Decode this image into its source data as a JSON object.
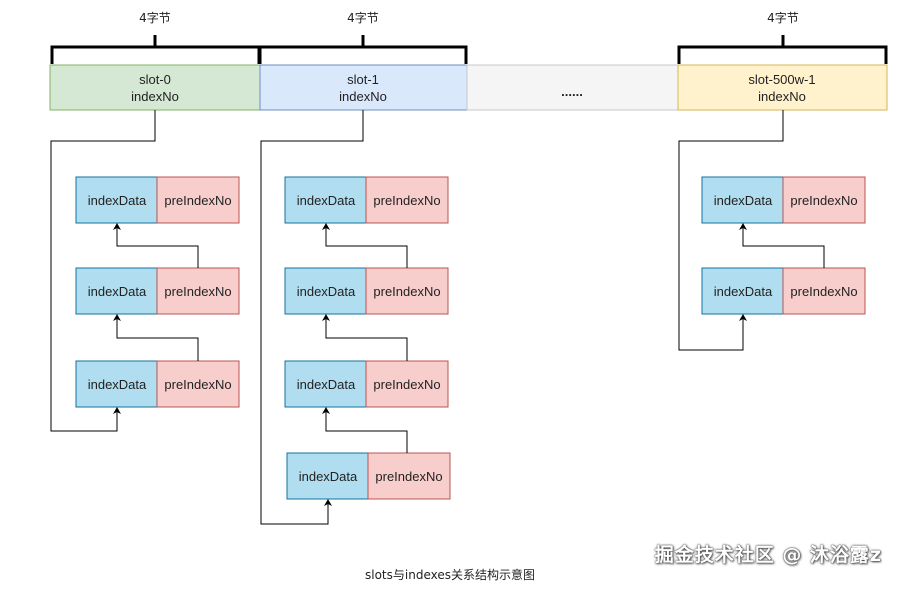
{
  "diagram": {
    "brace_label": "4字节",
    "slots": [
      {
        "line1": "slot-0",
        "line2": "indexNo",
        "fill": "#d5e8d4",
        "stroke": "#82b366"
      },
      {
        "line1": "slot-1",
        "line2": "indexNo",
        "fill": "#dae8fc",
        "stroke": "#6c8ebf"
      },
      {
        "line1": "......",
        "line2": "",
        "fill": "#f5f5f5",
        "stroke": "#c8c8c8"
      },
      {
        "line1": "slot-500w-1",
        "line2": "indexNo",
        "fill": "#fff2cc",
        "stroke": "#d6b656"
      }
    ],
    "index_cell_label": "indexData",
    "pre_cell_label": "preIndexNo",
    "colors": {
      "index_fill": "#b1ddf0",
      "index_stroke": "#10739e",
      "pre_fill": "#f8cecc",
      "pre_stroke": "#b85450",
      "line": "#000000"
    }
  },
  "caption": "slots与indexes关系结构示意图",
  "watermark": "掘金技术社区 @ 沐浴露z"
}
